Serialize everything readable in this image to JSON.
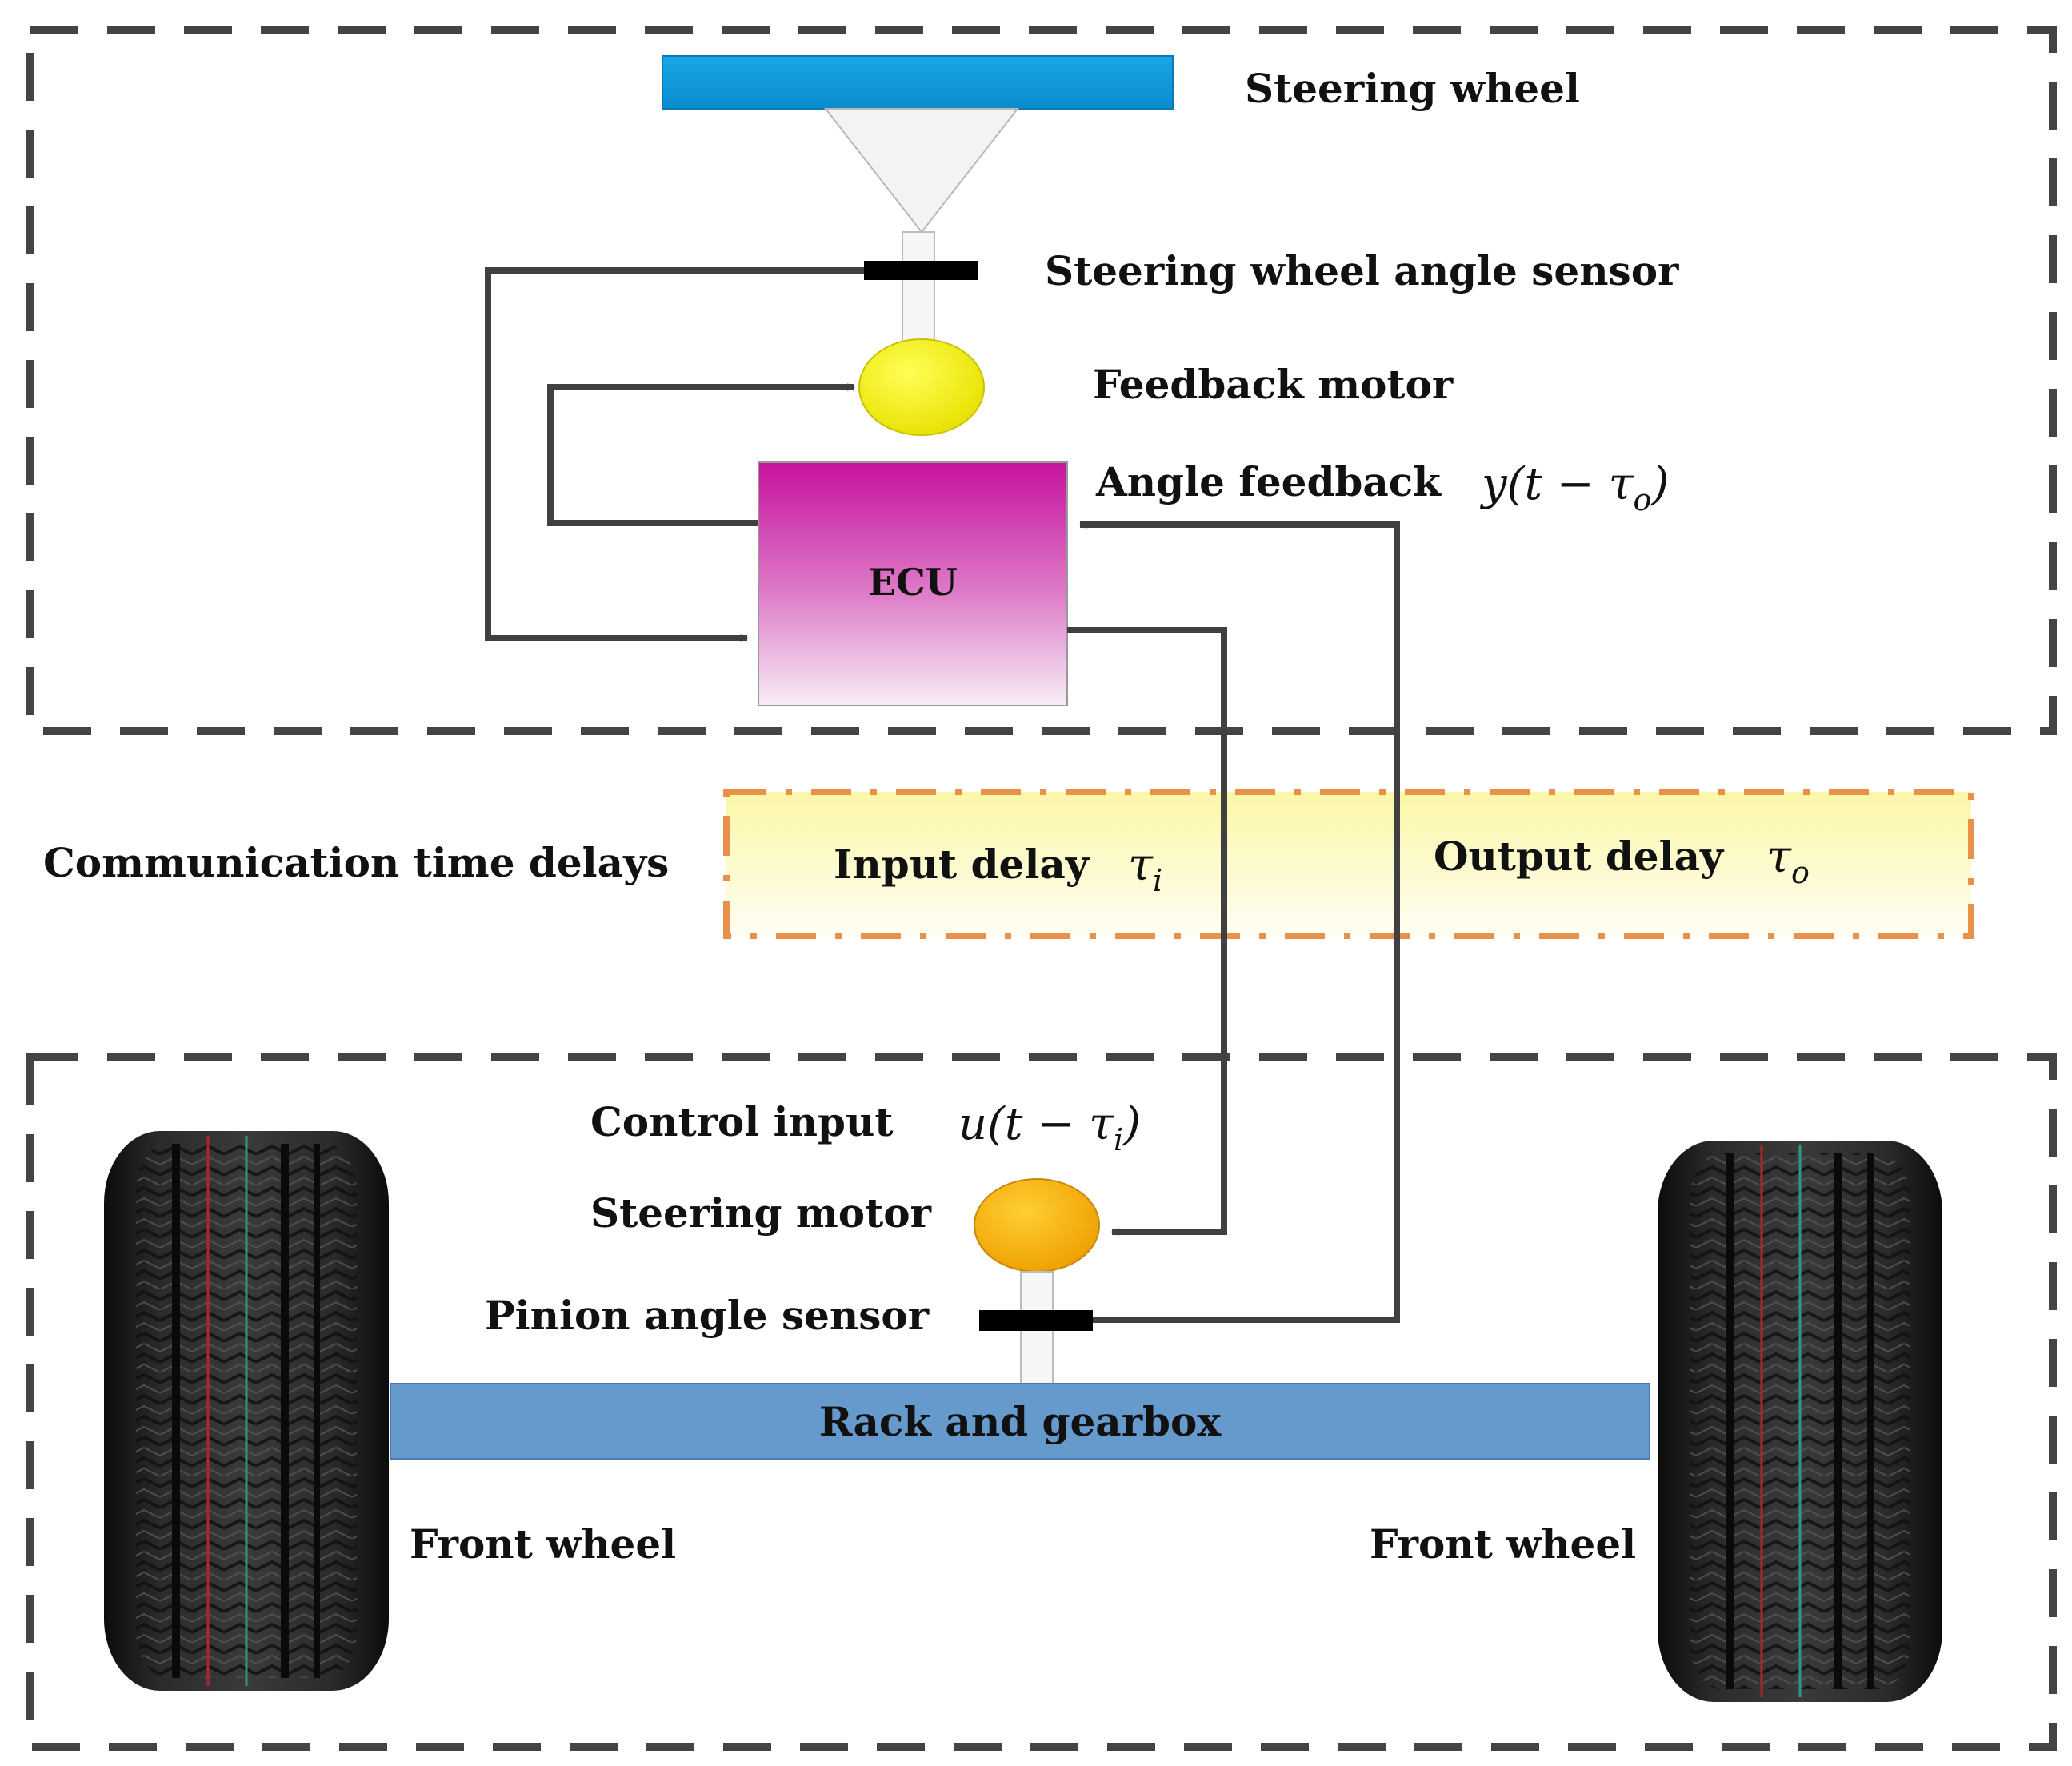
{
  "labels": {
    "steering_wheel": "Steering wheel",
    "steering_wheel_angle_sensor": "Steering wheel angle sensor",
    "feedback_motor": "Feedback motor",
    "angle_feedback": "Angle feedback",
    "ecu": "ECU",
    "communication_time_delays": "Communication time delays",
    "input_delay": "Input delay",
    "output_delay": "Output delay",
    "control_input": "Control input",
    "steering_motor": "Steering motor",
    "pinion_angle_sensor": "Pinion angle sensor",
    "rack_and_gearbox": "Rack and gearbox",
    "front_wheel_left": "Front wheel",
    "front_wheel_right": "Front wheel"
  },
  "math": {
    "angle_feedback_expr": {
      "fn": "y",
      "open": "(t − ",
      "sym": "τ",
      "sub": "o",
      "close": ")"
    },
    "control_input_expr": {
      "fn": "u",
      "open": "(t − ",
      "sym": "τ",
      "sub": "i",
      "close": ")"
    },
    "input_delay_sym": {
      "sym": "τ",
      "sub": "i"
    },
    "output_delay_sym": {
      "sym": "τ",
      "sub": "o"
    }
  },
  "icons": {
    "steering_wheel": "steering-wheel-bar-icon",
    "feedback_motor": "feedback-motor-icon",
    "steering_motor": "steering-motor-icon",
    "wheel": "tire-icon"
  },
  "colors": {
    "steering_wheel": "#0aa0de",
    "feedback_motor": "#f7f200",
    "steering_motor": "#f6b400",
    "ecu_top": "#c6129c",
    "ecu_bottom": "#f4e6f1",
    "rack": "#6699cc",
    "delay_border": "#e8914a",
    "delay_fill": "#fbf8c6",
    "dashed_border": "#444444",
    "arrows": "#404040"
  }
}
